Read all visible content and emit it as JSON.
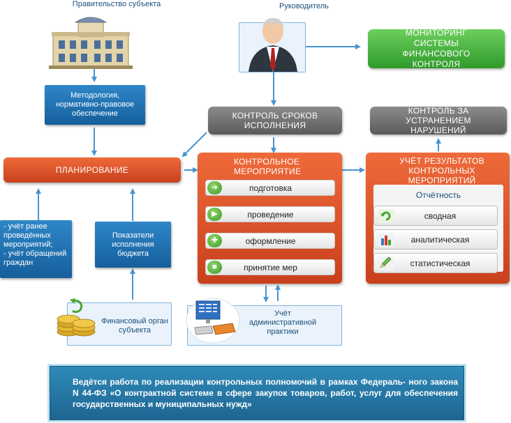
{
  "government": {
    "label": "Правительство субъекта"
  },
  "head": {
    "label": "Руководитель"
  },
  "monitoring": {
    "label": "МОНИТОРИНГ СИСТЕМЫ ФИНАНСОВОГО КОНТРОЛЯ"
  },
  "methodology": {
    "label": "Методология, нормативно-правовое обеспечение"
  },
  "deadline_control": {
    "label": "КОНТРОЛЬ СРОКОВ ИСПОЛНЕНИЯ"
  },
  "elimination_control": {
    "label": "КОНТРОЛЬ ЗА УСТРАНЕНИЕМ НАРУШЕНИЙ"
  },
  "planning": {
    "label": "ПЛАНИРОВАНИЕ"
  },
  "control_event": {
    "title": "КОНТРОЛЬНОЕ МЕРОПРИЯТИЕ",
    "steps": [
      {
        "label": "подготовка",
        "icon": "arrow-right-icon"
      },
      {
        "label": "проведение",
        "icon": "play-icon"
      },
      {
        "label": "оформление",
        "icon": "plus-icon"
      },
      {
        "label": "принятие мер",
        "icon": "stop-icon"
      }
    ]
  },
  "results": {
    "title": "УЧЁТ РЕЗУЛЬТАТОВ КОНТРОЛЬНЫХ МЕРОПРИЯТИЙ",
    "reporting_label": "Отчётность",
    "reports": [
      {
        "label": "сводная",
        "icon": "refresh-icon"
      },
      {
        "label": "аналитическая",
        "icon": "bar-chart-icon"
      },
      {
        "label": "статистическая",
        "icon": "pencil-icon"
      }
    ]
  },
  "accounting": {
    "lines": [
      "- учёт ранее",
      "проведённых",
      "мероприятий;",
      "- учёт обращений",
      "граждан"
    ]
  },
  "budget": {
    "label": "Показатели исполнения бюджета"
  },
  "finance_body": {
    "label": "Финансовый орган субъекта"
  },
  "admin_practice": {
    "label": "Учёт административной практики"
  },
  "footer": {
    "text": "Ведётся работа по реализации контрольных полномочий в рамках Федераль- ного закона N 44-ФЗ «О контрактной системе в сфере закупок товаров, работ, услуг для обеспечения государственных и муниципальных нужд»"
  },
  "colors": {
    "blue": "#1f74b8",
    "orange": "#d9532a",
    "green": "#3aa835",
    "grey": "#6e6e6e",
    "arrow": "#4a93cf",
    "footer_bg": "#2a78a8"
  }
}
